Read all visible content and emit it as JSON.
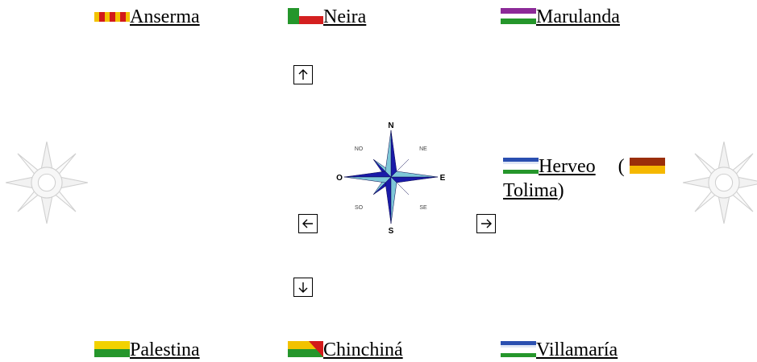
{
  "neighbors": {
    "northwest": {
      "label": "Anserma"
    },
    "north": {
      "label": "Neira"
    },
    "northeast": {
      "label": "Marulanda"
    },
    "east": {
      "label": "Herveo",
      "paren_open": "(",
      "department": "Tolima",
      "paren_close": ")"
    },
    "southwest": {
      "label": "Palestina"
    },
    "south": {
      "label": "Chinchiná"
    },
    "southeast": {
      "label": "Villamaría"
    }
  },
  "compass": {
    "N": "N",
    "NE": "NE",
    "E": "E",
    "SE": "SE",
    "S": "S",
    "SO": "SO",
    "O": "O",
    "NO": "NO"
  },
  "arrows": {
    "up": "↑",
    "down": "↓",
    "left": "←",
    "right": "→"
  },
  "colors": {
    "link": "#000000",
    "compass_dark": "#1a1aa8",
    "compass_light": "#7fc8d8"
  }
}
